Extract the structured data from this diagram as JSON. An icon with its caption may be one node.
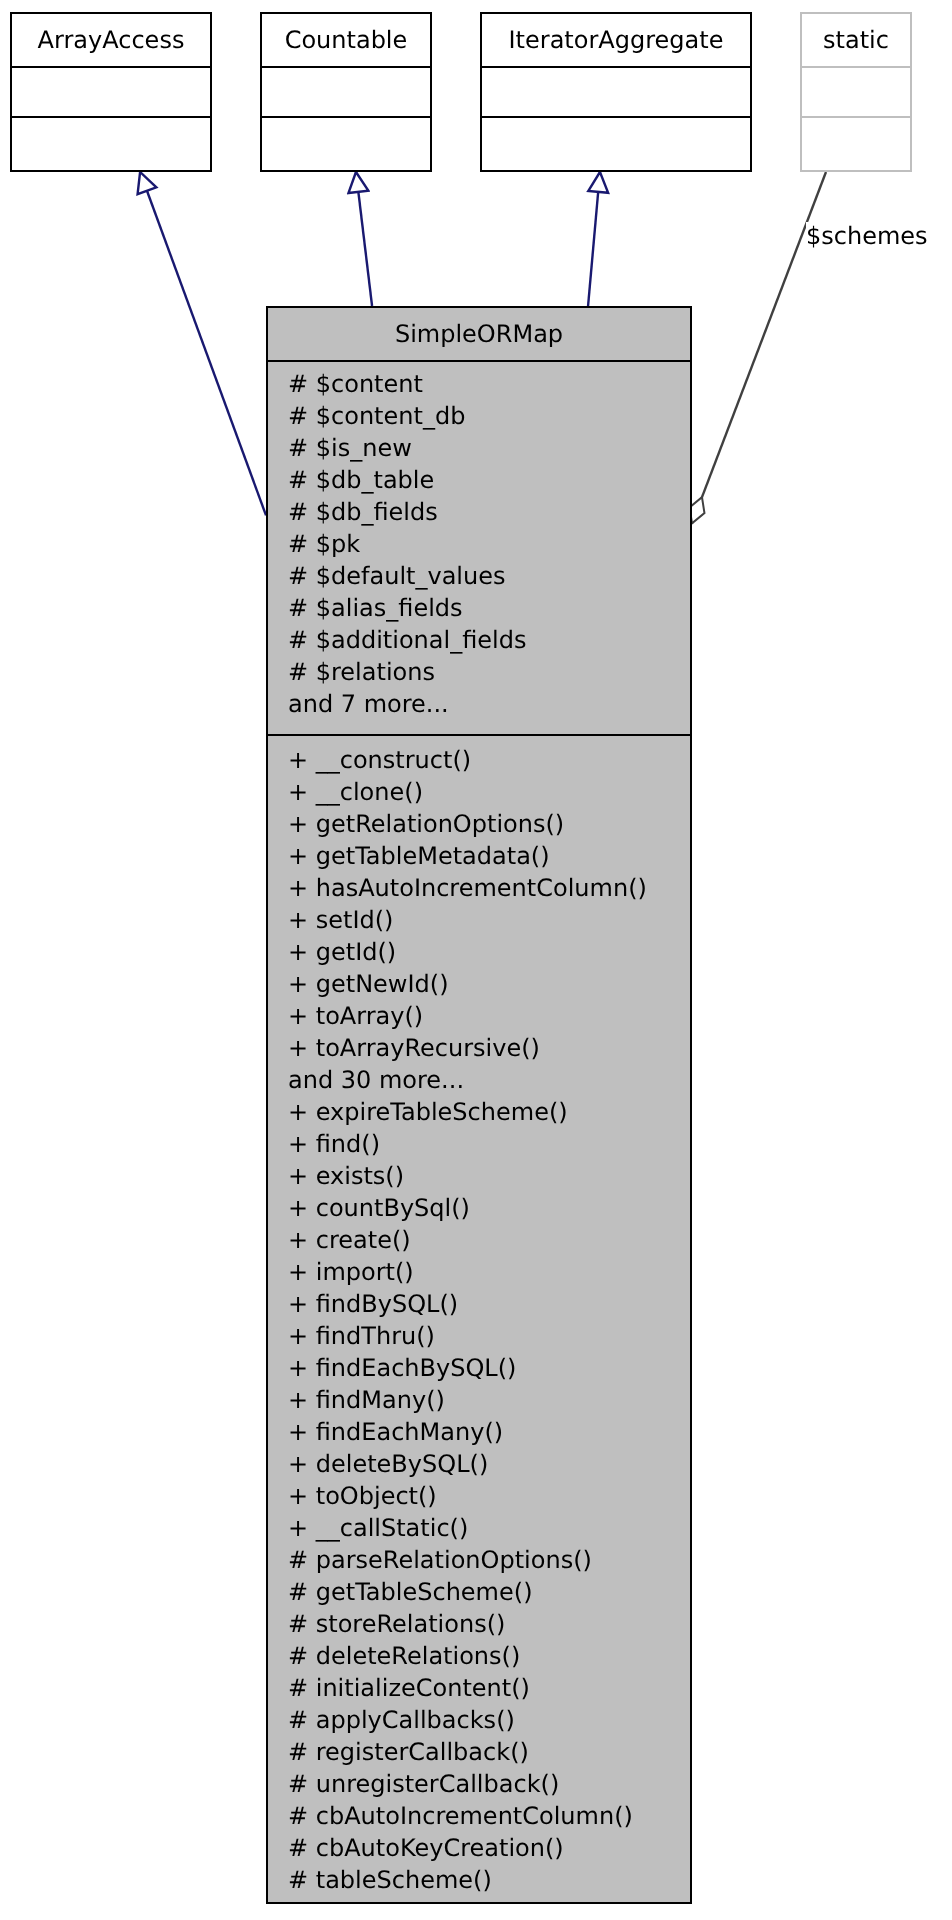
{
  "diagram": {
    "nodes": [
      {
        "text": [
          "ArrayAccess"
        ]
      },
      {
        "text": [
          "Countable"
        ]
      },
      {
        "text": [
          "IteratorAggregate"
        ]
      },
      {
        "text": [
          "static"
        ]
      },
      {
        "text": [
          "SimpleORMap",
          "# $content",
          "# $content_db",
          "# $is_new",
          "# $db_table",
          "# $db_fields",
          "# $pk",
          "# $default_values",
          "# $alias_fields",
          "# $additional_fields",
          "# $relations",
          "and 7 more...",
          "+ __construct()",
          "+ __clone()",
          "+ getRelationOptions()",
          "+ getTableMetadata()",
          "+ hasAutoIncrementColumn()",
          "+ setId()",
          "+ getId()",
          "+ getNewId()",
          "+ toArray()",
          "+ toArrayRecursive()",
          "and 30 more...",
          "+ expireTableScheme()",
          "+ find()",
          "+ exists()",
          "+ countBySql()",
          "+ create()",
          "+ import()",
          "+ findBySQL()",
          "+ findThru()",
          "+ findEachBySQL()",
          "+ findMany()",
          "+ findEachMany()",
          "+ deleteBySQL()",
          "+ toObject()",
          "+ __callStatic()",
          "# parseRelationOptions()",
          "# getTableScheme()",
          "# storeRelations()",
          "# deleteRelations()",
          "# initializeContent()",
          "# applyCallbacks()",
          "# registerCallback()",
          "# unregisterCallback()",
          "# cbAutoIncrementColumn()",
          "# cbAutoKeyCreation()",
          "# tableScheme()"
        ]
      }
    ],
    "edges": [
      {
        "from": 4,
        "to": 0,
        "arrow": "to"
      },
      {
        "from": 4,
        "to": 1,
        "arrow": "to"
      },
      {
        "from": 4,
        "to": 2,
        "arrow": "to"
      },
      {
        "from": 3,
        "to": 4,
        "arrow": "other",
        "label": "$schemes",
        "color": "#404040"
      }
    ]
  }
}
